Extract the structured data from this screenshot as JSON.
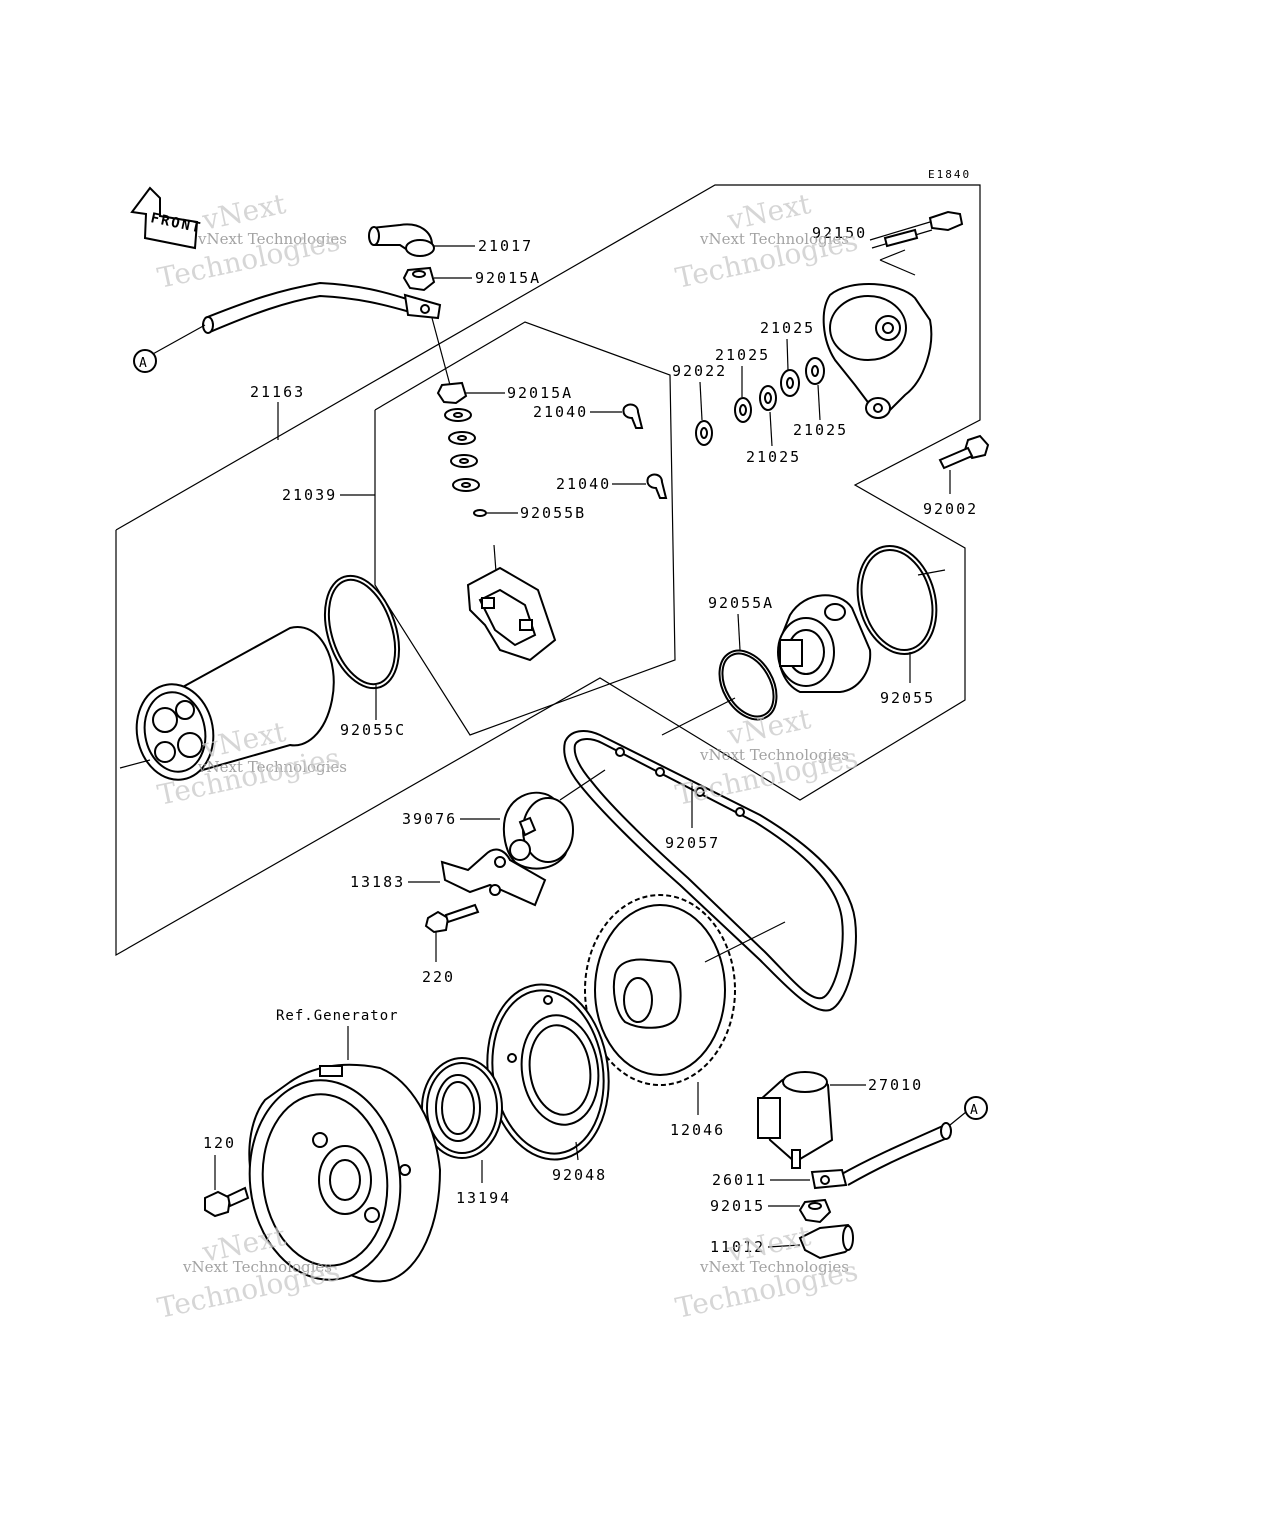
{
  "diagram_code": "E1840",
  "front_label": "FRONT",
  "ref_marker": "A",
  "ref_generator_label": "Ref.Generator",
  "parts": {
    "p21017": "21017",
    "p92015A_a": "92015A",
    "p92015A_b": "92015A",
    "p21163": "21163",
    "p21040_a": "21040",
    "p21040_b": "21040",
    "p21039": "21039",
    "p92055B": "92055B",
    "p92055C": "92055C",
    "p92150": "92150",
    "p21025_a": "21025",
    "p21025_b": "21025",
    "p21025_c": "21025",
    "p21025_d": "21025",
    "p92022": "92022",
    "p92002": "92002",
    "p92055A": "92055A",
    "p92055": "92055",
    "p39076": "39076",
    "p92057": "92057",
    "p13183": "13183",
    "p220": "220",
    "p12046": "12046",
    "p27010": "27010",
    "p26011": "26011",
    "p92015": "92015",
    "p11012": "11012",
    "p120": "120",
    "p13194": "13194",
    "p92048": "92048"
  },
  "watermark": {
    "line1": "vNext Technologies",
    "line2": "vNext",
    "line3": "Technologies"
  }
}
